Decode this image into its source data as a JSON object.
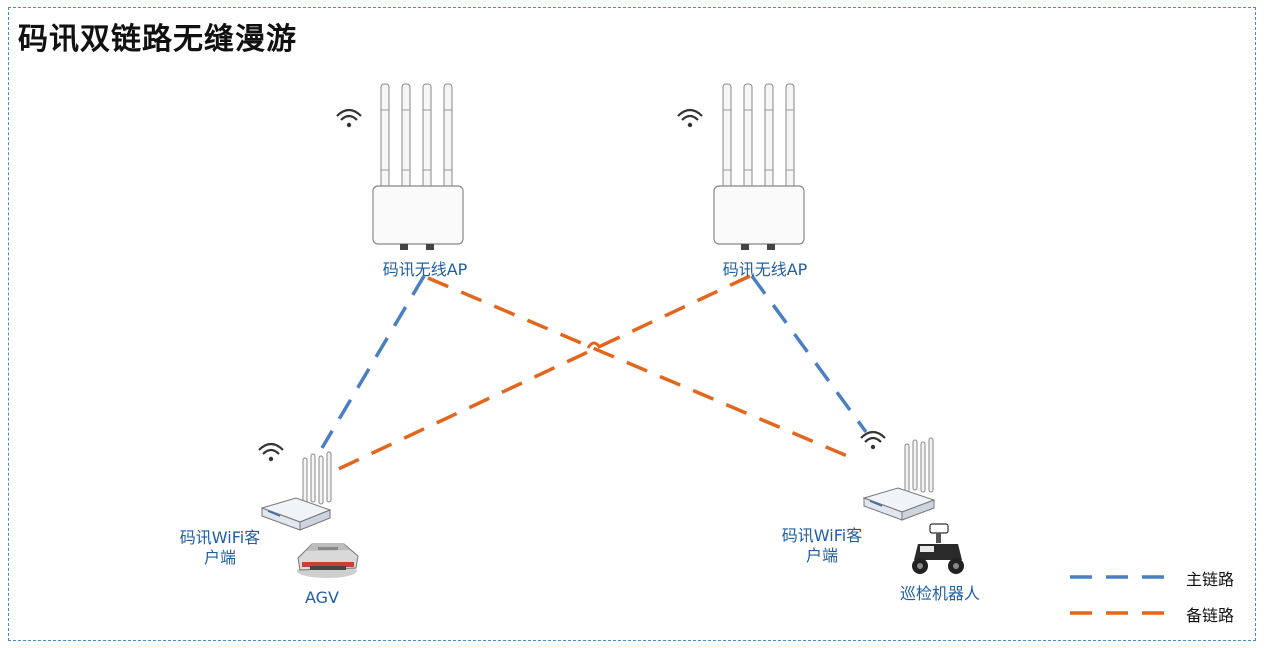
{
  "title": "码讯双链路无缝漫游",
  "ap_left": {
    "label": "码讯无线AP"
  },
  "ap_right": {
    "label": "码讯无线AP"
  },
  "client_left": {
    "label_line1": "码讯WiFi客",
    "label_line2": "户端",
    "device_label": "AGV"
  },
  "client_right": {
    "label_line1": "码讯WiFi客",
    "label_line2": "户端",
    "device_label": "巡检机器人"
  },
  "legend": [
    {
      "label": "主链路",
      "color": "#4a7fc1"
    },
    {
      "label": "备链路",
      "color": "#e2661c"
    }
  ],
  "colors": {
    "primary_link": "#4a7fc1",
    "backup_link": "#e2661c",
    "frame": "#4a8fc4",
    "label": "#1f5fa3"
  }
}
